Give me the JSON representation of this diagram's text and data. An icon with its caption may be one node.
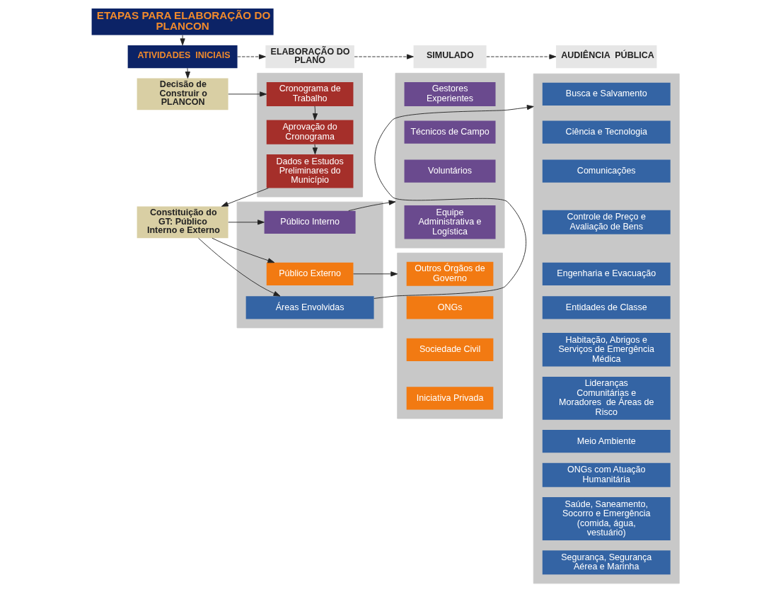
{
  "diagram": {
    "nodes": [
      {
        "text": [
          "ETAPAS PARA ELABORAÇÃO DO PLANCON"
        ]
      },
      {
        "text": [
          "ATIVIDADES  INICIAIS"
        ]
      },
      {
        "text": [
          "ELABORAÇÃO DO PLANO"
        ]
      },
      {
        "text": [
          "SIMULADO"
        ]
      },
      {
        "text": [
          "AUDIÊNCIA  PÚBLICA"
        ]
      },
      {
        "text": [],
        "shape": "box"
      },
      {
        "text": [
          "Cronograma de Trabalho"
        ],
        "in": 5
      },
      {
        "text": [
          "Aprovação do Cronograma"
        ],
        "in": 5
      },
      {
        "text": [
          "Dados e Estudos Preliminares do Município"
        ],
        "in": 5
      },
      {
        "text": [],
        "shape": "box"
      },
      {
        "text": [
          "Gestores Experientes"
        ],
        "in": 9
      },
      {
        "text": [
          "Técnicos de Campo"
        ],
        "in": 9
      },
      {
        "text": [
          "Voluntários"
        ],
        "in": 9
      },
      {
        "text": [
          "Equipe Administrativa e Logística"
        ],
        "in": 9
      },
      {
        "text": [],
        "shape": "box"
      },
      {
        "text": [
          "Busca e Salvamento"
        ],
        "in": 14
      },
      {
        "text": [
          "Ciência e Tecnologia"
        ],
        "in": 14
      },
      {
        "text": [
          "Comunicações"
        ],
        "in": 14
      },
      {
        "text": [
          "Controle de Preço e Avaliação de Bens"
        ],
        "in": 14
      },
      {
        "text": [
          "Engenharia e Evacuação"
        ],
        "in": 14
      },
      {
        "text": [
          "Entidades de Classe"
        ],
        "in": 14
      },
      {
        "text": [
          "Habitação, Abrigos e Serviços de Emergência Médica"
        ],
        "in": 14
      },
      {
        "text": [
          "Lideranças Comunitárias e Moradores  de Áreas de Risco"
        ],
        "in": 14
      },
      {
        "text": [
          "Meio Ambiente"
        ],
        "in": 14
      },
      {
        "text": [
          "ONGs com Atuação Humanitária"
        ],
        "in": 14
      },
      {
        "text": [
          "Saúde, Saneamento, Socorro e Emergência (comida, água, vestuário)"
        ],
        "in": 14
      },
      {
        "text": [
          "Segurança, Segurança Aérea e Marinha"
        ],
        "in": 14
      },
      {
        "text": [
          "Decisão de Construir o PLANCON"
        ]
      },
      {
        "text": [],
        "shape": "box"
      },
      {
        "text": [
          "Outros Órgãos de Governo"
        ],
        "in": 28
      },
      {
        "text": [
          "ONGs"
        ],
        "in": 28
      },
      {
        "text": [
          "Sociedade Civil"
        ],
        "in": 28
      },
      {
        "text": [
          "Iniciativa Privada"
        ],
        "in": 28
      },
      {
        "text": [],
        "shape": "box"
      },
      {
        "text": [
          "Público Interno"
        ],
        "in": 33
      },
      {
        "text": [
          "Público Externo"
        ],
        "in": 33
      },
      {
        "text": [
          "Áreas Envolvidas"
        ],
        "in": 33
      },
      {
        "text": [
          "Constituição do GT: Público Interno e Externo"
        ]
      }
    ],
    "edges": [
      {
        "from": 0,
        "to": 1,
        "arrow": "to"
      },
      {
        "from": 1,
        "to": 2,
        "arrow": "to",
        "style": "dashed"
      },
      {
        "from": 2,
        "to": 3,
        "arrow": "to",
        "style": "dashed"
      },
      {
        "from": 3,
        "to": 4,
        "arrow": "to",
        "style": "dashed"
      },
      {
        "from": 1,
        "to": 27,
        "arrow": "to"
      },
      {
        "from": 27,
        "to": 6,
        "arrow": "to"
      },
      {
        "from": 6,
        "to": 7,
        "arrow": "to"
      },
      {
        "from": 7,
        "to": 8,
        "arrow": "to"
      },
      {
        "from": 8,
        "to": 37,
        "arrow": "to"
      },
      {
        "from": 37,
        "to": 34,
        "arrow": "to"
      },
      {
        "from": 37,
        "to": 35,
        "arrow": "to"
      },
      {
        "from": 37,
        "to": 36,
        "arrow": "to"
      },
      {
        "from": 34,
        "to": 9,
        "arrow": "to"
      },
      {
        "from": 35,
        "to": 28,
        "arrow": "to"
      },
      {
        "from": 36,
        "to": 14,
        "arrow": "to"
      }
    ]
  }
}
